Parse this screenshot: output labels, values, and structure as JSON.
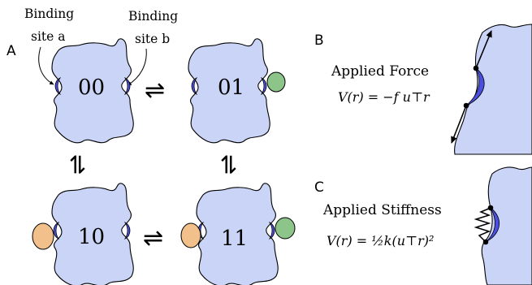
{
  "colors": {
    "protein_fill": "#c9d4f7",
    "site_fill": "#4a4fe0",
    "ligand_a_fill": "#f2c08b",
    "ligand_b_fill": "#8cc48a"
  },
  "panel_a": {
    "label": "A",
    "site_a_label": [
      "Binding",
      "site a"
    ],
    "site_b_label": [
      "Binding",
      "site b"
    ],
    "states": [
      "00",
      "01",
      "10",
      "11"
    ],
    "equilibrium_symbol": "⇌"
  },
  "panel_b": {
    "label": "B",
    "title": "Applied  Force",
    "equation": "V(r) = −f u⊤r"
  },
  "panel_c": {
    "label": "C",
    "title": "Applied Stiffness",
    "equation": "V(r) = ½k(u⊤r)²"
  }
}
